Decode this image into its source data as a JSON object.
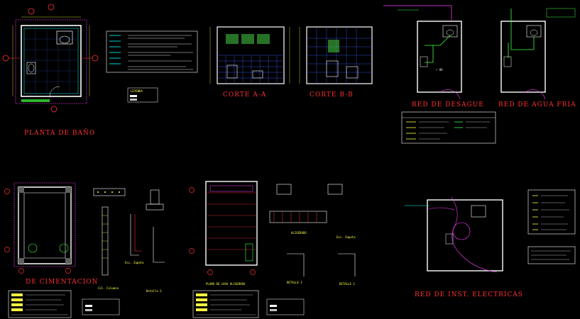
{
  "titles": {
    "planta": "PLANTA DE BAÑO",
    "corte_a": "CORTE A-A",
    "corte_b": "CORTE B-B",
    "desague": "RED DE DESAGUE",
    "agua": "RED DE AGUA FRIA",
    "cimentacion": "DE CIMENTACION",
    "losa": "PLANO DE LOSA ALIGERADA",
    "electricas": "RED DE INST. ELECTRICAS",
    "detalle1": "DETALLE 1",
    "detalle2": "DETALLE 2",
    "aligerado": "ALIGERADO",
    "columna": "Col. Columna",
    "zapata1": "Esc. Zapata",
    "zapata2": "Esc. Zapata",
    "detalle_s": "Detalle S"
  },
  "legend": {
    "label": "LEYENDA"
  },
  "palette": {
    "background": "#000000",
    "wall": "#ffffff",
    "dimension": "#ff40ff",
    "annotation": "#ffff40",
    "cyan": "#00ffff",
    "green": "#40ff40",
    "red": "#ff3030",
    "blue": "#4060ff"
  }
}
